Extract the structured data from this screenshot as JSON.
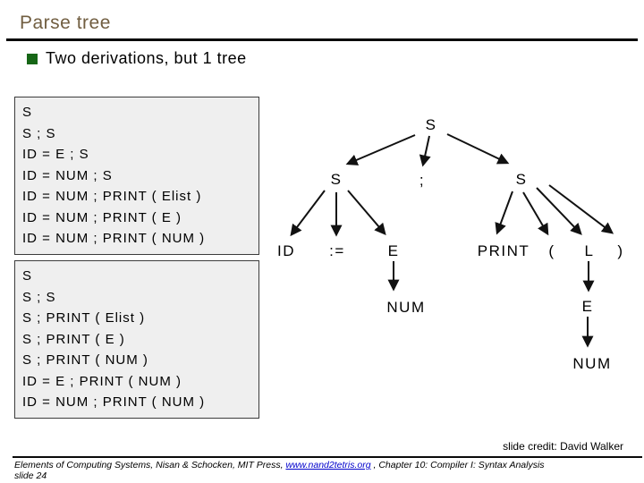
{
  "colors": {
    "title": "#715e41",
    "bullet": "#166616",
    "link": "#0000cc",
    "boxbg": "#efefef",
    "boxborder": "#3c3c3c",
    "line": "#111111"
  },
  "slide": {
    "title": "Parse tree",
    "bullet": "Two derivations, but 1 tree"
  },
  "derivations": {
    "box1": {
      "lines": [
        "S",
        "S ; S",
        "ID = E ; S",
        "ID = NUM ; S",
        "ID = NUM ; PRINT ( Elist )",
        "ID = NUM ; PRINT ( E )",
        "ID = NUM ; PRINT ( NUM )"
      ]
    },
    "box2": {
      "lines": [
        "S",
        "S ; S",
        "S ; PRINT ( Elist )",
        "S ; PRINT ( E )",
        "S ; PRINT ( NUM )",
        "ID = E ; PRINT ( NUM )",
        "ID = NUM ; PRINT ( NUM )"
      ]
    }
  },
  "tree": {
    "nodes": [
      {
        "id": "root-S",
        "label": "S"
      },
      {
        "id": "left-S",
        "label": "S"
      },
      {
        "id": "semi",
        "label": ";"
      },
      {
        "id": "right-S",
        "label": "S"
      },
      {
        "id": "ID",
        "label": "ID"
      },
      {
        "id": "assign",
        "label": ":="
      },
      {
        "id": "E-left",
        "label": "E"
      },
      {
        "id": "PRINT",
        "label": "PRINT"
      },
      {
        "id": "lparen",
        "label": "("
      },
      {
        "id": "L",
        "label": "L"
      },
      {
        "id": "rparen",
        "label": ")"
      },
      {
        "id": "NUM-left",
        "label": "NUM"
      },
      {
        "id": "E-right",
        "label": "E"
      },
      {
        "id": "NUM-right",
        "label": "NUM"
      }
    ]
  },
  "footer": {
    "credit": "slide credit: David Walker",
    "ref_before_link": "Elements of Computing Systems, Nisan & Schocken, MIT Press,  ",
    "link_text": "www.nand2tetris.org",
    "ref_after_link": " , Chapter 10: Compiler I: Syntax Analysis",
    "slide_number": "slide 24"
  }
}
